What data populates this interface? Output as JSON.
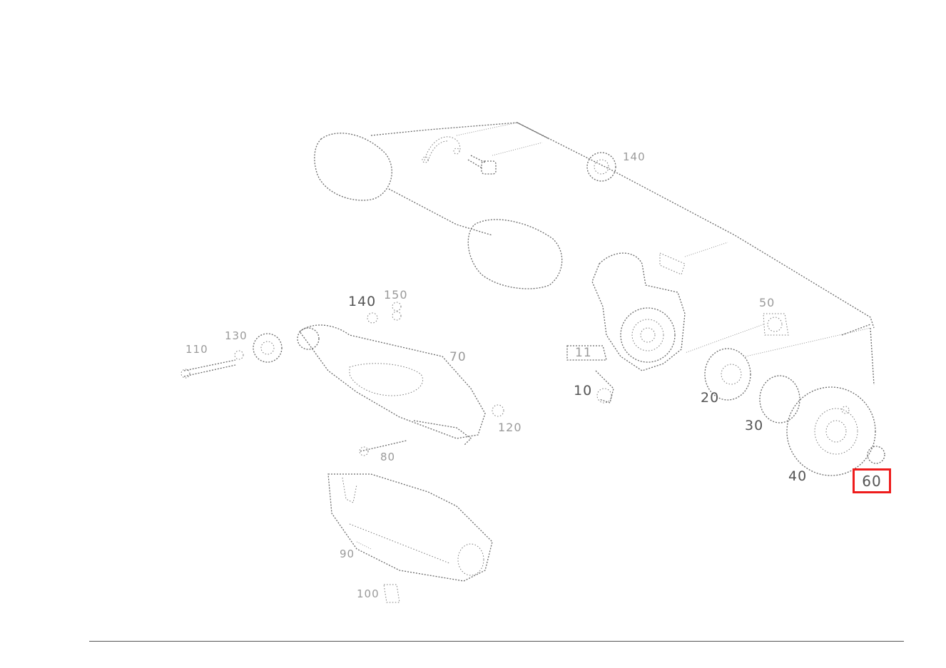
{
  "diagram": {
    "callouts": {
      "c140_top": "140",
      "c140_left": "140",
      "c150": "150",
      "c10": "10",
      "c11": "11",
      "c20": "20",
      "c30": "30",
      "c40": "40",
      "c50": "50",
      "c70": "70",
      "c120": "120",
      "c130": "130",
      "c110": "110",
      "c80": "80",
      "c60": "60",
      "c90": "90",
      "c100": "100"
    },
    "highlighted_callout": "60",
    "highlight_color": "#ee1c1c"
  }
}
